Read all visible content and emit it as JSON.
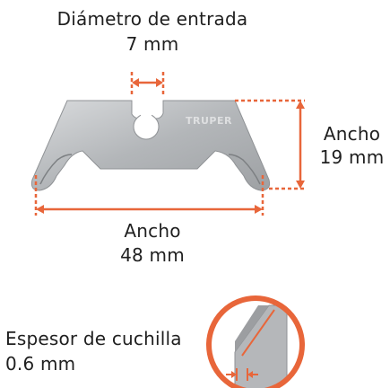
{
  "diameter": {
    "label": "Diámetro de entrada",
    "value": "7 mm"
  },
  "height": {
    "label": "Ancho",
    "value": "19 mm"
  },
  "width": {
    "label": "Ancho",
    "value": "48 mm"
  },
  "thickness": {
    "label": "Espesor de cuchilla",
    "value": "0.6 mm"
  },
  "brand": "TRUPER",
  "colors": {
    "accent": "#e8663a",
    "blade": "#b8babd",
    "text": "#1f1f1f"
  }
}
